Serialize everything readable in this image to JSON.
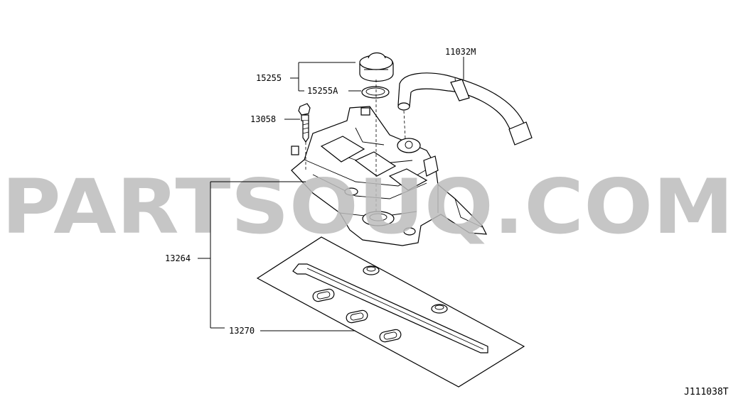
{
  "diagram": {
    "part_numbers": {
      "oil_filler_cap": "15255",
      "cap_gasket": "15255A",
      "hose": "11032M",
      "bolt": "13058",
      "rocker_cover": "13264",
      "cover_gasket": "13270"
    },
    "watermark": "PARTSOUQ.COM",
    "reference_code": "J111038T",
    "colors": {
      "line": "#000000",
      "watermark": "#bdbdbd",
      "background": "#ffffff"
    }
  }
}
